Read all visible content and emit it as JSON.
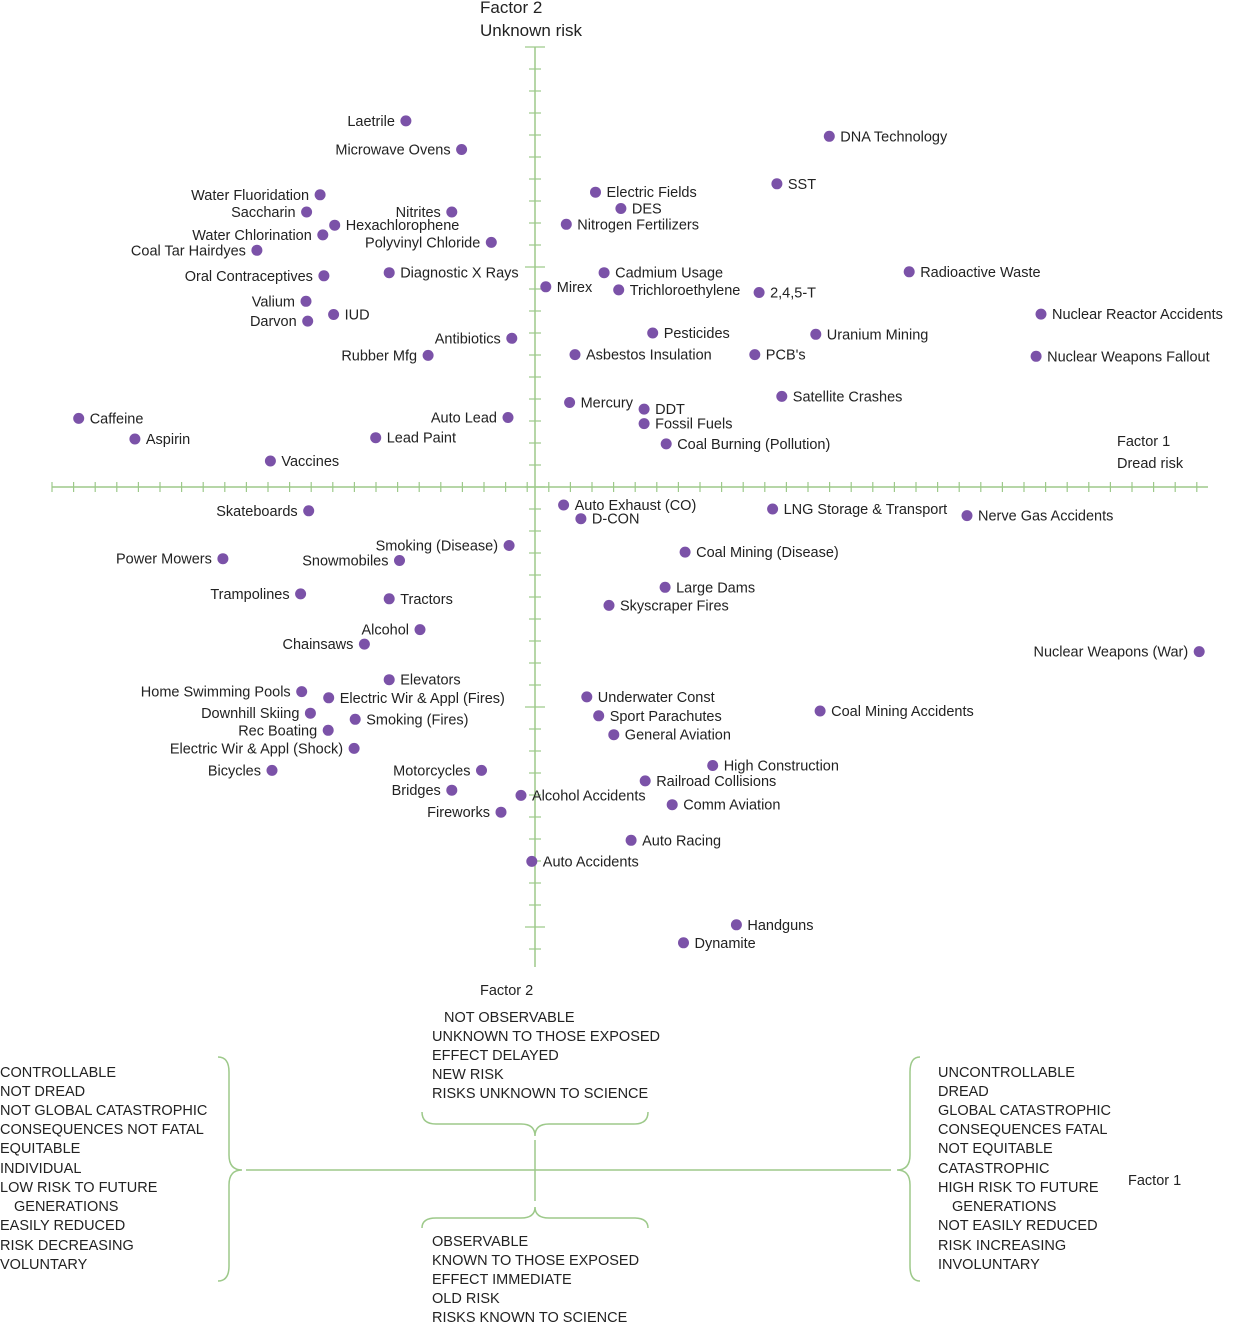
{
  "chart_data": {
    "type": "scatter",
    "top_axis_label_line1": "Factor 2",
    "top_axis_label_line2": "Unknown risk",
    "right_axis_label_line1": "Factor 1",
    "right_axis_label_line2": "Dread risk",
    "bottom_axis_label": "Factor 2",
    "colors": {
      "point": "#7b52a8",
      "axis": "#9dc98a"
    },
    "xlim": [
      -1,
      1
    ],
    "ylim": [
      -1,
      1
    ],
    "points": [
      {
        "label": "Laetrile",
        "x": -0.239,
        "y": 0.832,
        "side": "left"
      },
      {
        "label": "Microwave Ovens",
        "x": -0.136,
        "y": 0.767,
        "side": "left"
      },
      {
        "label": "DNA Technology",
        "x": 0.545,
        "y": 0.797,
        "side": "right"
      },
      {
        "label": "SST",
        "x": 0.448,
        "y": 0.689,
        "side": "right"
      },
      {
        "label": "Water Fluoridation",
        "x": -0.398,
        "y": 0.664,
        "side": "left"
      },
      {
        "label": "Saccharin",
        "x": -0.423,
        "y": 0.625,
        "side": "left"
      },
      {
        "label": "Nitrites",
        "x": -0.154,
        "y": 0.625,
        "side": "left"
      },
      {
        "label": "Hexachlorophene",
        "x": -0.371,
        "y": 0.595,
        "side": "right"
      },
      {
        "label": "Water Chlorination",
        "x": -0.393,
        "y": 0.573,
        "side": "left"
      },
      {
        "label": "Coal Tar Hairdyes",
        "x": -0.515,
        "y": 0.538,
        "side": "left"
      },
      {
        "label": "Polyvinyl Chloride",
        "x": -0.081,
        "y": 0.556,
        "side": "left"
      },
      {
        "label": "Electric Fields",
        "x": 0.112,
        "y": 0.67,
        "side": "right"
      },
      {
        "label": "DES",
        "x": 0.159,
        "y": 0.633,
        "side": "right"
      },
      {
        "label": "Nitrogen Fertilizers",
        "x": 0.058,
        "y": 0.597,
        "side": "right"
      },
      {
        "label": "Oral Contraceptives",
        "x": -0.391,
        "y": 0.48,
        "side": "left"
      },
      {
        "label": "Diagnostic X Rays",
        "x": -0.27,
        "y": 0.487,
        "side": "right"
      },
      {
        "label": "Mirex",
        "x": 0.02,
        "y": 0.455,
        "side": "right"
      },
      {
        "label": "Cadmium Usage",
        "x": 0.128,
        "y": 0.487,
        "side": "right"
      },
      {
        "label": "Trichloroethylene",
        "x": 0.155,
        "y": 0.448,
        "side": "right"
      },
      {
        "label": "2,4,5-T",
        "x": 0.415,
        "y": 0.442,
        "side": "right"
      },
      {
        "label": "Radioactive Waste",
        "x": 0.693,
        "y": 0.489,
        "side": "right"
      },
      {
        "label": "Valium",
        "x": -0.424,
        "y": 0.422,
        "side": "left"
      },
      {
        "label": "Darvon",
        "x": -0.421,
        "y": 0.377,
        "side": "left"
      },
      {
        "label": "IUD",
        "x": -0.373,
        "y": 0.392,
        "side": "right"
      },
      {
        "label": "Nuclear Reactor Accidents",
        "x": 0.937,
        "y": 0.393,
        "side": "right"
      },
      {
        "label": "Antibiotics",
        "x": -0.043,
        "y": 0.338,
        "side": "left"
      },
      {
        "label": "Pesticides",
        "x": 0.218,
        "y": 0.35,
        "side": "right"
      },
      {
        "label": "Uranium Mining",
        "x": 0.52,
        "y": 0.347,
        "side": "right"
      },
      {
        "label": "Rubber Mfg",
        "x": -0.198,
        "y": 0.299,
        "side": "left"
      },
      {
        "label": "Asbestos Insulation",
        "x": 0.074,
        "y": 0.301,
        "side": "right"
      },
      {
        "label": "PCB's",
        "x": 0.407,
        "y": 0.301,
        "side": "right"
      },
      {
        "label": "Nuclear Weapons Fallout",
        "x": 0.928,
        "y": 0.297,
        "side": "right"
      },
      {
        "label": "Satellite Crashes",
        "x": 0.457,
        "y": 0.206,
        "side": "right"
      },
      {
        "label": "Mercury",
        "x": 0.064,
        "y": 0.192,
        "side": "right"
      },
      {
        "label": "DDT",
        "x": 0.202,
        "y": 0.177,
        "side": "right"
      },
      {
        "label": "Fossil Fuels",
        "x": 0.202,
        "y": 0.144,
        "side": "right"
      },
      {
        "label": "Coal Burning (Pollution)",
        "x": 0.243,
        "y": 0.098,
        "side": "right"
      },
      {
        "label": "Caffeine",
        "x": -0.845,
        "y": 0.156,
        "side": "right"
      },
      {
        "label": "Aspirin",
        "x": -0.741,
        "y": 0.109,
        "side": "right"
      },
      {
        "label": "Auto Lead",
        "x": -0.05,
        "y": 0.158,
        "side": "left"
      },
      {
        "label": "Lead Paint",
        "x": -0.295,
        "y": 0.112,
        "side": "right"
      },
      {
        "label": "Vaccines",
        "x": -0.49,
        "y": 0.059,
        "side": "right"
      },
      {
        "label": "Skateboards",
        "x": -0.419,
        "y": -0.054,
        "side": "left"
      },
      {
        "label": "Auto Exhaust (CO)",
        "x": 0.053,
        "y": -0.041,
        "side": "right"
      },
      {
        "label": "D-CON",
        "x": 0.085,
        "y": -0.072,
        "side": "right"
      },
      {
        "label": "LNG Storage & Transport",
        "x": 0.44,
        "y": -0.05,
        "side": "right"
      },
      {
        "label": "Nerve Gas Accidents",
        "x": 0.8,
        "y": -0.065,
        "side": "right"
      },
      {
        "label": "Smoking (Disease)",
        "x": -0.048,
        "y": -0.133,
        "side": "left"
      },
      {
        "label": "Power Mowers",
        "x": -0.578,
        "y": -0.163,
        "side": "left"
      },
      {
        "label": "Snowmobiles",
        "x": -0.251,
        "y": -0.167,
        "side": "left"
      },
      {
        "label": "Coal Mining (Disease)",
        "x": 0.278,
        "y": -0.148,
        "side": "right"
      },
      {
        "label": "Large Dams",
        "x": 0.241,
        "y": -0.228,
        "side": "right"
      },
      {
        "label": "Skyscraper Fires",
        "x": 0.137,
        "y": -0.269,
        "side": "right"
      },
      {
        "label": "Trampolines",
        "x": -0.434,
        "y": -0.243,
        "side": "left"
      },
      {
        "label": "Tractors",
        "x": -0.27,
        "y": -0.254,
        "side": "right"
      },
      {
        "label": "Alcohol",
        "x": -0.213,
        "y": -0.324,
        "side": "left"
      },
      {
        "label": "Chainsaws",
        "x": -0.316,
        "y": -0.357,
        "side": "left"
      },
      {
        "label": "Nuclear Weapons (War)",
        "x": 1.23,
        "y": -0.374,
        "side": "left"
      },
      {
        "label": "Elevators",
        "x": -0.27,
        "y": -0.438,
        "side": "right"
      },
      {
        "label": "Home Swimming Pools",
        "x": -0.432,
        "y": -0.465,
        "side": "left"
      },
      {
        "label": "Electric Wir & Appl (Fires)",
        "x": -0.382,
        "y": -0.479,
        "side": "right"
      },
      {
        "label": "Underwater Const",
        "x": 0.096,
        "y": -0.477,
        "side": "right"
      },
      {
        "label": "Coal Mining Accidents",
        "x": 0.528,
        "y": -0.509,
        "side": "right"
      },
      {
        "label": "Downhill Skiing",
        "x": -0.416,
        "y": -0.514,
        "side": "left"
      },
      {
        "label": "Smoking (Fires)",
        "x": -0.333,
        "y": -0.528,
        "side": "right"
      },
      {
        "label": "Sport Parachutes",
        "x": 0.118,
        "y": -0.52,
        "side": "right"
      },
      {
        "label": "Rec Boating",
        "x": -0.383,
        "y": -0.553,
        "side": "left"
      },
      {
        "label": "General Aviation",
        "x": 0.146,
        "y": -0.563,
        "side": "right"
      },
      {
        "label": "Electric Wir & Appl (Shock)",
        "x": -0.335,
        "y": -0.594,
        "side": "left"
      },
      {
        "label": "Bicycles",
        "x": -0.487,
        "y": -0.644,
        "side": "left"
      },
      {
        "label": "Motorcycles",
        "x": -0.099,
        "y": -0.644,
        "side": "left"
      },
      {
        "label": "High Construction",
        "x": 0.329,
        "y": -0.633,
        "side": "right"
      },
      {
        "label": "Railroad Collisions",
        "x": 0.204,
        "y": -0.668,
        "side": "right"
      },
      {
        "label": "Bridges",
        "x": -0.154,
        "y": -0.689,
        "side": "left"
      },
      {
        "label": "Alcohol Accidents",
        "x": -0.026,
        "y": -0.701,
        "side": "right"
      },
      {
        "label": "Comm Aviation",
        "x": 0.254,
        "y": -0.722,
        "side": "right"
      },
      {
        "label": "Fireworks",
        "x": -0.063,
        "y": -0.739,
        "side": "left"
      },
      {
        "label": "Auto Racing",
        "x": 0.178,
        "y": -0.803,
        "side": "right"
      },
      {
        "label": "Auto Accidents",
        "x": -0.006,
        "y": -0.851,
        "side": "right"
      },
      {
        "label": "Handguns",
        "x": 0.373,
        "y": -0.995,
        "side": "right"
      },
      {
        "label": "Dynamite",
        "x": 0.275,
        "y": -1.036,
        "side": "right"
      }
    ]
  },
  "descriptors": {
    "top": [
      "NOT OBSERVABLE",
      "UNKNOWN TO THOSE EXPOSED",
      "EFFECT DELAYED",
      "NEW RISK",
      "RISKS UNKNOWN TO SCIENCE"
    ],
    "bottom": [
      "OBSERVABLE",
      "KNOWN TO THOSE EXPOSED",
      "EFFECT IMMEDIATE",
      "OLD RISK",
      "RISKS KNOWN TO SCIENCE"
    ],
    "left": [
      "CONTROLLABLE",
      "NOT DREAD",
      "NOT GLOBAL CATASTROPHIC",
      "CONSEQUENCES NOT FATAL",
      "EQUITABLE",
      "INDIVIDUAL",
      "LOW RISK TO FUTURE",
      "GENERATIONS",
      "EASILY REDUCED",
      "RISK DECREASING",
      "VOLUNTARY"
    ],
    "right": [
      "UNCONTROLLABLE",
      "DREAD",
      "GLOBAL CATASTROPHIC",
      "CONSEQUENCES FATAL",
      "NOT EQUITABLE",
      "CATASTROPHIC",
      "HIGH RISK TO FUTURE",
      "GENERATIONS",
      "NOT EASILY REDUCED",
      "RISK INCREASING",
      "INVOLUNTARY"
    ],
    "right_factor_label": "Factor 1"
  }
}
